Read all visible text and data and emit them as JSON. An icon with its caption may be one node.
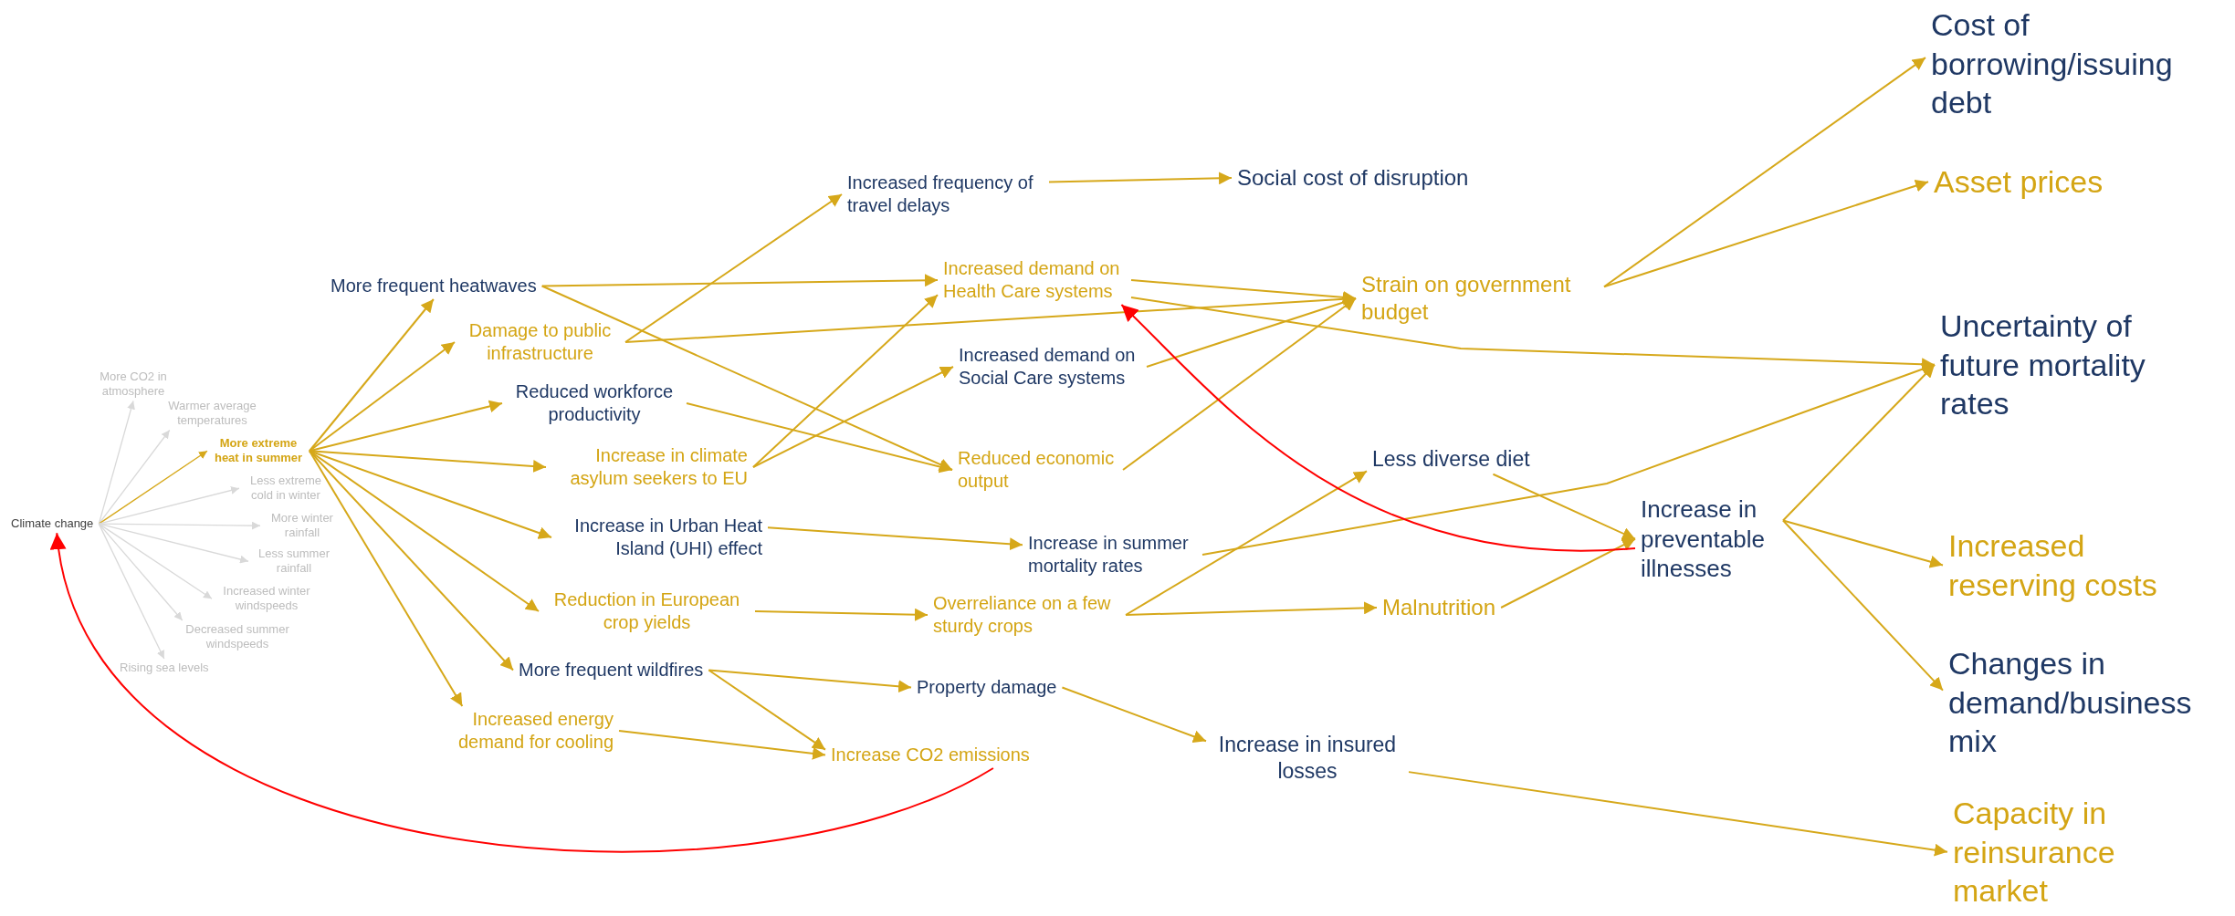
{
  "diagram": {
    "nodes": [
      {
        "text": [
          "Climate change"
        ]
      },
      {
        "text": [
          "More CO2 in atmosphere"
        ]
      },
      {
        "text": [
          "Warmer average temperatures"
        ]
      },
      {
        "text": [
          "More extreme heat in summer"
        ]
      },
      {
        "text": [
          "Less extreme cold in winter"
        ]
      },
      {
        "text": [
          "More winter rainfall"
        ]
      },
      {
        "text": [
          "Less summer rainfall"
        ]
      },
      {
        "text": [
          "Increased winter windspeeds"
        ]
      },
      {
        "text": [
          "Decreased summer windspeeds"
        ]
      },
      {
        "text": [
          "Rising sea levels"
        ]
      },
      {
        "text": [
          "More frequent heatwaves"
        ]
      },
      {
        "text": [
          "Damage to public infrastructure"
        ]
      },
      {
        "text": [
          "Reduced workforce productivity"
        ]
      },
      {
        "text": [
          "Increase in climate asylum seekers to EU"
        ]
      },
      {
        "text": [
          "Increase in Urban Heat Island (UHI) effect"
        ]
      },
      {
        "text": [
          "Reduction in European crop yields"
        ]
      },
      {
        "text": [
          "More frequent wildfires"
        ]
      },
      {
        "text": [
          "Increased energy demand for cooling"
        ]
      },
      {
        "text": [
          "Increased frequency of travel delays"
        ]
      },
      {
        "text": [
          "Social cost of disruption"
        ]
      },
      {
        "text": [
          "Increased demand on Health Care systems"
        ]
      },
      {
        "text": [
          "Increased demand on Social Care systems"
        ]
      },
      {
        "text": [
          "Reduced economic output"
        ]
      },
      {
        "text": [
          "Strain on government budget"
        ]
      },
      {
        "text": [
          "Cost of borrowing/issuing debt"
        ]
      },
      {
        "text": [
          "Asset prices"
        ]
      },
      {
        "text": [
          "Uncertainty of future mortality rates"
        ]
      },
      {
        "text": [
          "Less diverse diet"
        ]
      },
      {
        "text": [
          "Increase in summer mortality rates"
        ]
      },
      {
        "text": [
          "Overreliance on a few sturdy crops"
        ]
      },
      {
        "text": [
          "Malnutrition"
        ]
      },
      {
        "text": [
          "Increase in preventable illnesses"
        ]
      },
      {
        "text": [
          "Increased reserving costs"
        ]
      },
      {
        "text": [
          "Changes in demand/business mix"
        ]
      },
      {
        "text": [
          "Property damage"
        ]
      },
      {
        "text": [
          "Increase CO2 emissions"
        ]
      },
      {
        "text": [
          "Increase in insured losses"
        ]
      },
      {
        "text": [
          "Capacity in reinsurance market"
        ]
      }
    ],
    "edges": [
      {
        "from": 0,
        "to": 1,
        "arrow": "to",
        "color": "#d9d9d9"
      },
      {
        "from": 0,
        "to": 2,
        "arrow": "to",
        "color": "#d9d9d9"
      },
      {
        "from": 0,
        "to": 3,
        "arrow": "to"
      },
      {
        "from": 0,
        "to": 4,
        "arrow": "to",
        "color": "#d9d9d9"
      },
      {
        "from": 0,
        "to": 5,
        "arrow": "to",
        "color": "#d9d9d9"
      },
      {
        "from": 0,
        "to": 6,
        "arrow": "to",
        "color": "#d9d9d9"
      },
      {
        "from": 0,
        "to": 7,
        "arrow": "to",
        "color": "#d9d9d9"
      },
      {
        "from": 0,
        "to": 8,
        "arrow": "to",
        "color": "#d9d9d9"
      },
      {
        "from": 0,
        "to": 9,
        "arrow": "to",
        "color": "#d9d9d9"
      },
      {
        "from": 3,
        "to": 10,
        "arrow": "to"
      },
      {
        "from": 3,
        "to": 11,
        "arrow": "to"
      },
      {
        "from": 3,
        "to": 12,
        "arrow": "to"
      },
      {
        "from": 3,
        "to": 13,
        "arrow": "to"
      },
      {
        "from": 3,
        "to": 14,
        "arrow": "to"
      },
      {
        "from": 3,
        "to": 15,
        "arrow": "to"
      },
      {
        "from": 3,
        "to": 16,
        "arrow": "to"
      },
      {
        "from": 3,
        "to": 17,
        "arrow": "to"
      },
      {
        "from": 10,
        "to": 20,
        "arrow": "to"
      },
      {
        "from": 10,
        "to": 22,
        "arrow": "to"
      },
      {
        "from": 11,
        "to": 18,
        "arrow": "to"
      },
      {
        "from": 11,
        "to": 23,
        "arrow": "to"
      },
      {
        "from": 12,
        "to": 22,
        "arrow": "to"
      },
      {
        "from": 13,
        "to": 20,
        "arrow": "to"
      },
      {
        "from": 13,
        "to": 21,
        "arrow": "to"
      },
      {
        "from": 14,
        "to": 28,
        "arrow": "to"
      },
      {
        "from": 15,
        "to": 29,
        "arrow": "to"
      },
      {
        "from": 16,
        "to": 34,
        "arrow": "to"
      },
      {
        "from": 16,
        "to": 35,
        "arrow": "to"
      },
      {
        "from": 17,
        "to": 35,
        "arrow": "to"
      },
      {
        "from": 18,
        "to": 19,
        "arrow": "to"
      },
      {
        "from": 20,
        "to": 23,
        "arrow": "to"
      },
      {
        "from": 20,
        "to": 26,
        "arrow": "to"
      },
      {
        "from": 21,
        "to": 23,
        "arrow": "to"
      },
      {
        "from": 22,
        "to": 23,
        "arrow": "to"
      },
      {
        "from": 23,
        "to": 24,
        "arrow": "to"
      },
      {
        "from": 23,
        "to": 25,
        "arrow": "to"
      },
      {
        "from": 28,
        "to": 26,
        "arrow": "to"
      },
      {
        "from": 29,
        "to": 27,
        "arrow": "to"
      },
      {
        "from": 29,
        "to": 30,
        "arrow": "to"
      },
      {
        "from": 27,
        "to": 31,
        "arrow": "to"
      },
      {
        "from": 30,
        "to": 31,
        "arrow": "to"
      },
      {
        "from": 31,
        "to": 20,
        "arrow": "to",
        "color": "#ff0000"
      },
      {
        "from": 31,
        "to": 26,
        "arrow": "to"
      },
      {
        "from": 31,
        "to": 32,
        "arrow": "to"
      },
      {
        "from": 31,
        "to": 33,
        "arrow": "to"
      },
      {
        "from": 34,
        "to": 36,
        "arrow": "to"
      },
      {
        "from": 36,
        "to": 37,
        "arrow": "to"
      },
      {
        "from": 35,
        "to": 0,
        "arrow": "to",
        "color": "#ff0000"
      }
    ]
  }
}
